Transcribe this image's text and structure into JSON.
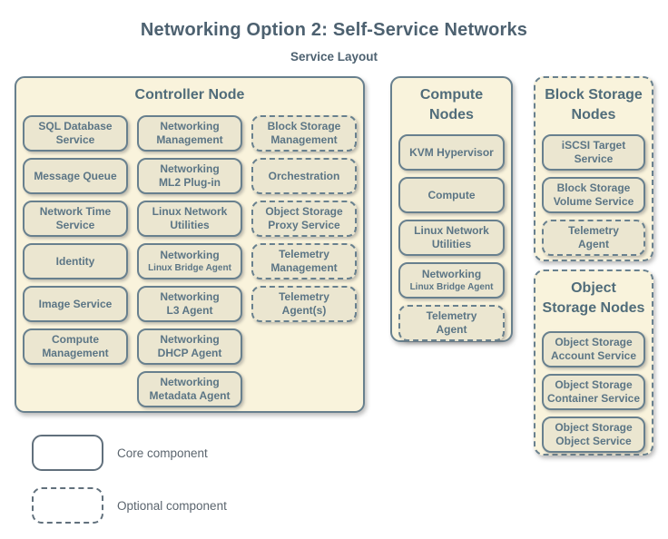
{
  "title": "Networking Option 2: Self-Service Networks",
  "subtitle": "Service Layout",
  "colors": {
    "node_fill": "#f9f3dc",
    "component_fill": "#ebe6d0",
    "border": "#68808e",
    "heading_text": "#4d6170",
    "component_text": "#5b7585"
  },
  "legend": {
    "items": [
      {
        "label": "Core component",
        "style": "solid"
      },
      {
        "label": "Optional component",
        "style": "dashed"
      }
    ]
  },
  "nodes": [
    {
      "id": "controller",
      "title": "Controller Node",
      "border": "solid",
      "columns": [
        {
          "items": [
            {
              "lines": [
                "SQL Database",
                "Service"
              ]
            },
            {
              "lines": [
                "Message Queue"
              ]
            },
            {
              "lines": [
                "Network Time",
                "Service"
              ]
            },
            {
              "lines": [
                "Identity"
              ]
            },
            {
              "lines": [
                "Image Service"
              ]
            },
            {
              "lines": [
                "Compute",
                "Management"
              ]
            }
          ]
        },
        {
          "items": [
            {
              "lines": [
                "Networking",
                "Management"
              ]
            },
            {
              "lines": [
                "Networking",
                "ML2 Plug-in"
              ]
            },
            {
              "lines": [
                "Linux Network",
                "Utilities"
              ]
            },
            {
              "lines": [
                "Networking",
                "Linux Bridge Agent"
              ],
              "small_line2": true
            },
            {
              "lines": [
                "Networking",
                "L3 Agent"
              ]
            },
            {
              "lines": [
                "Networking",
                "DHCP Agent"
              ]
            },
            {
              "lines": [
                "Networking",
                "Metadata Agent"
              ]
            }
          ]
        },
        {
          "items": [
            {
              "lines": [
                "Block Storage",
                "Management"
              ],
              "optional": true
            },
            {
              "lines": [
                "Orchestration"
              ],
              "optional": true
            },
            {
              "lines": [
                "Object Storage",
                "Proxy Service"
              ],
              "optional": true
            },
            {
              "lines": [
                "Telemetry",
                "Management"
              ],
              "optional": true
            },
            {
              "lines": [
                "Telemetry",
                "Agent(s)"
              ],
              "optional": true
            }
          ]
        }
      ]
    },
    {
      "id": "compute",
      "title": "Compute\nNodes",
      "border": "solid",
      "columns": [
        {
          "items": [
            {
              "lines": [
                "KVM Hypervisor"
              ]
            },
            {
              "lines": [
                "Compute"
              ]
            },
            {
              "lines": [
                "Linux Network",
                "Utilities"
              ]
            },
            {
              "lines": [
                "Networking",
                "Linux Bridge Agent"
              ],
              "small_line2": true
            },
            {
              "lines": [
                "Telemetry",
                "Agent"
              ],
              "optional": true
            }
          ]
        }
      ]
    },
    {
      "id": "block-storage",
      "title": "Block Storage\nNodes",
      "border": "dashed",
      "columns": [
        {
          "items": [
            {
              "lines": [
                "iSCSI Target",
                "Service"
              ]
            },
            {
              "lines": [
                "Block Storage",
                "Volume Service"
              ]
            },
            {
              "lines": [
                "Telemetry",
                "Agent"
              ],
              "optional": true
            }
          ]
        }
      ]
    },
    {
      "id": "object-storage",
      "title": "Object\nStorage Nodes",
      "border": "dashed",
      "columns": [
        {
          "items": [
            {
              "lines": [
                "Object Storage",
                "Account Service"
              ]
            },
            {
              "lines": [
                "Object Storage",
                "Container Service"
              ]
            },
            {
              "lines": [
                "Object Storage",
                "Object Service"
              ]
            }
          ]
        }
      ]
    }
  ]
}
